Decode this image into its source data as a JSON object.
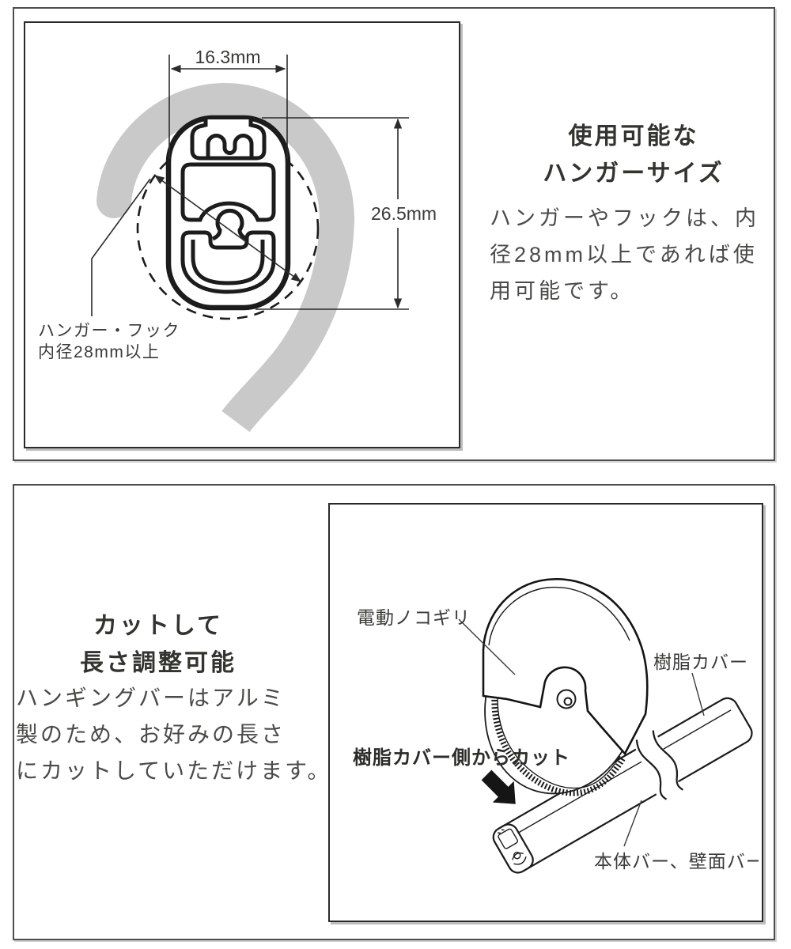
{
  "panel_hanger": {
    "heading": [
      "使用可能な",
      "ハンガーサイズ"
    ],
    "body_lines": [
      "ハンガーやフックは、内",
      "径28mm以上であれば使",
      "用可能です。"
    ],
    "diagram": {
      "dim_width_label": "16.3mm",
      "dim_height_label": "26.5mm",
      "hook_note_lines": [
        "ハンガー・フック",
        "内径28mm以上"
      ]
    }
  },
  "panel_cut": {
    "heading": [
      "カットして",
      "長さ調整可能"
    ],
    "body_lines": [
      "ハンギングバーはアルミ",
      "製のため、お好みの長さ",
      "にカットしていただけます。"
    ],
    "diagram": {
      "label_saw": "電動ノコギリ",
      "label_resin_cover": "樹脂カバー",
      "label_cut_direction": "樹脂カバー側からカット",
      "label_bars": "本体バー、壁面バー"
    }
  },
  "colors": {
    "hook_gray": "#c9c9c9",
    "line_black": "#1c1c1c",
    "dim_line": "#2b2b2b",
    "text_dark": "#33332f",
    "text_body": "#4a4a47",
    "panel_border": "#4d4d4d",
    "inner_border": "#2a2a2a"
  }
}
